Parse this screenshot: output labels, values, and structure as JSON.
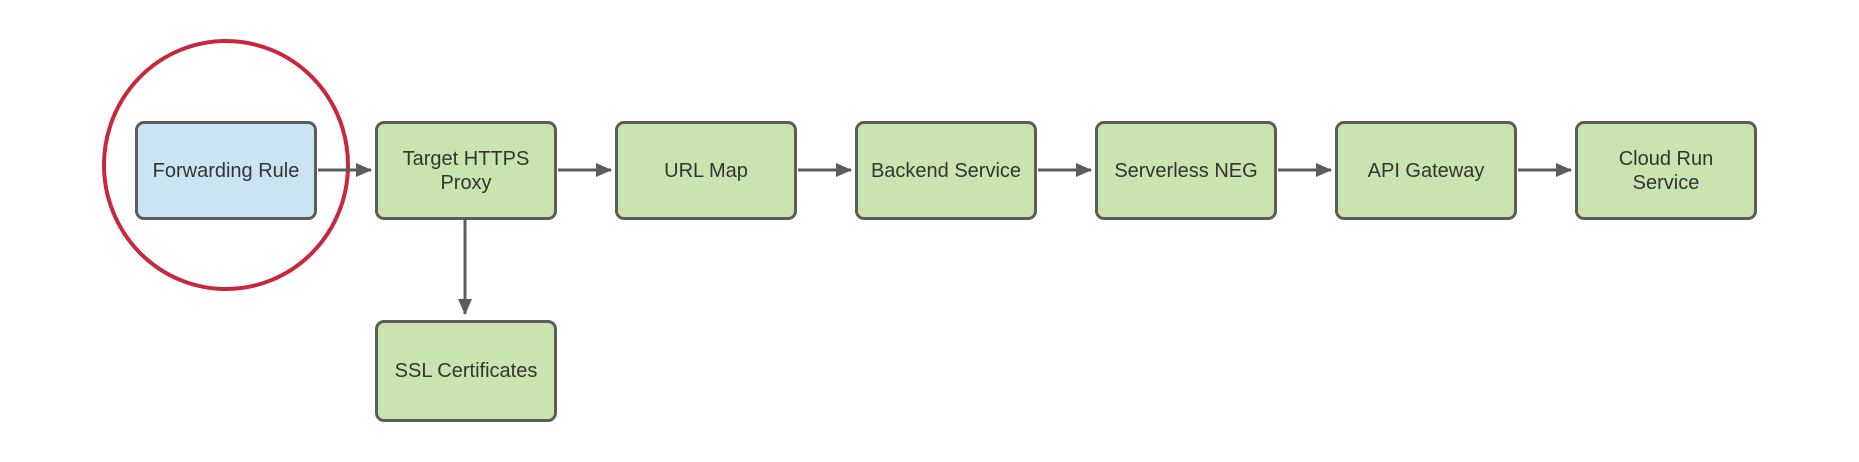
{
  "diagram": {
    "type": "flowchart",
    "background_color": "#ffffff",
    "colors": {
      "node_fill_green": "#c9e4ae",
      "node_fill_blue": "#cbe4f3",
      "node_border": "#5c5c5c",
      "connector": "#5c5c5c",
      "label_text": "#333333",
      "highlight_circle": "#c9283c"
    },
    "nodes": [
      {
        "id": "forwarding-rule",
        "label": "Forwarding Rule",
        "fill": "blue",
        "highlighted": true
      },
      {
        "id": "target-https-proxy",
        "label": "Target HTTPS Proxy",
        "fill": "green",
        "highlighted": false
      },
      {
        "id": "url-map",
        "label": "URL Map",
        "fill": "green",
        "highlighted": false
      },
      {
        "id": "backend-service",
        "label": "Backend Service",
        "fill": "green",
        "highlighted": false
      },
      {
        "id": "serverless-neg",
        "label": "Serverless NEG",
        "fill": "green",
        "highlighted": false
      },
      {
        "id": "api-gateway",
        "label": "API Gateway",
        "fill": "green",
        "highlighted": false
      },
      {
        "id": "cloud-run-service",
        "label": "Cloud Run Service",
        "fill": "green",
        "highlighted": false
      },
      {
        "id": "ssl-certificates",
        "label": "SSL Certificates",
        "fill": "green",
        "highlighted": false
      }
    ],
    "edges": [
      {
        "from": "forwarding-rule",
        "to": "target-https-proxy",
        "direction": "right"
      },
      {
        "from": "target-https-proxy",
        "to": "url-map",
        "direction": "right"
      },
      {
        "from": "url-map",
        "to": "backend-service",
        "direction": "right"
      },
      {
        "from": "backend-service",
        "to": "serverless-neg",
        "direction": "right"
      },
      {
        "from": "serverless-neg",
        "to": "api-gateway",
        "direction": "right"
      },
      {
        "from": "api-gateway",
        "to": "cloud-run-service",
        "direction": "right"
      },
      {
        "from": "target-https-proxy",
        "to": "ssl-certificates",
        "direction": "down"
      }
    ],
    "annotations": [
      {
        "type": "circle",
        "around": "forwarding-rule",
        "color": "#c9283c"
      }
    ]
  }
}
